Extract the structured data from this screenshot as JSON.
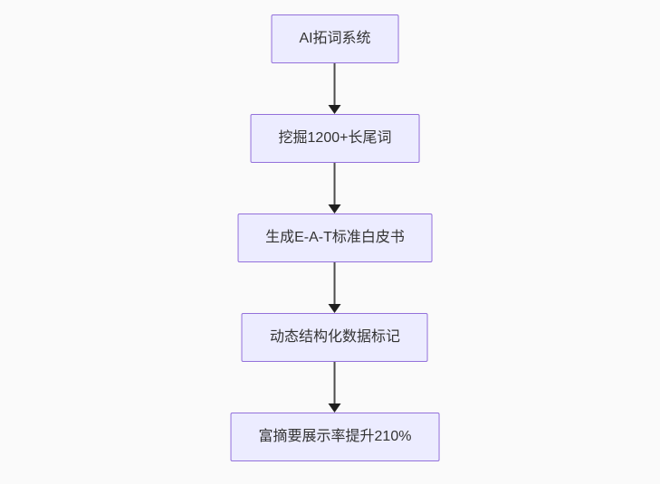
{
  "diagram": {
    "type": "flowchart",
    "direction": "top-down",
    "colors": {
      "background": "#fafafa",
      "node_fill": "#ECECFF",
      "node_border": "#9370DB",
      "node_text": "#333333",
      "arrow_line": "#4d4d4d",
      "arrow_head": "#1f1f1f"
    },
    "nodes": [
      {
        "id": "step-1",
        "label": "AI拓词系统"
      },
      {
        "id": "step-2",
        "label": "挖掘1200+长尾词"
      },
      {
        "id": "step-3",
        "label": "生成E-A-T标准白皮书"
      },
      {
        "id": "step-4",
        "label": "动态结构化数据标记"
      },
      {
        "id": "step-5",
        "label": "富摘要展示率提升210%"
      }
    ],
    "edges": [
      {
        "from": "step-1",
        "to": "step-2"
      },
      {
        "from": "step-2",
        "to": "step-3"
      },
      {
        "from": "step-3",
        "to": "step-4"
      },
      {
        "from": "step-4",
        "to": "step-5"
      }
    ]
  }
}
